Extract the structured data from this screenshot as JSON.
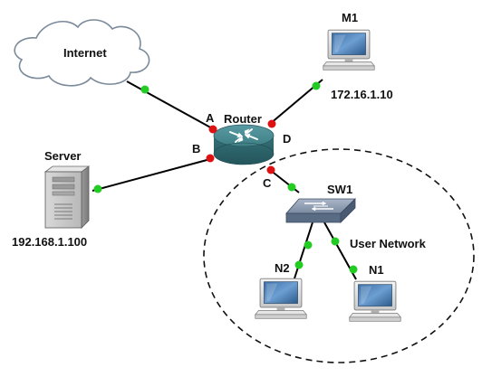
{
  "labels": {
    "internet": "Internet",
    "m1": "M1",
    "m1_ip": "172.16.1.10",
    "router": "Router",
    "server": "Server",
    "server_ip": "192.168.1.100",
    "sw1": "SW1",
    "user_network": "User Network",
    "n1": "N1",
    "n2": "N2",
    "port_a": "A",
    "port_b": "B",
    "port_c": "C",
    "port_d": "D"
  },
  "colors": {
    "link_up": "#22cc22",
    "router_port": "#dd1111",
    "router_body": "#3e7f86",
    "link_line": "#000000"
  },
  "icons": {
    "cloud": "cloud-icon",
    "router": "router-icon",
    "server": "server-tower-icon",
    "switch": "switch-icon",
    "computer": "computer-monitor-icon"
  }
}
